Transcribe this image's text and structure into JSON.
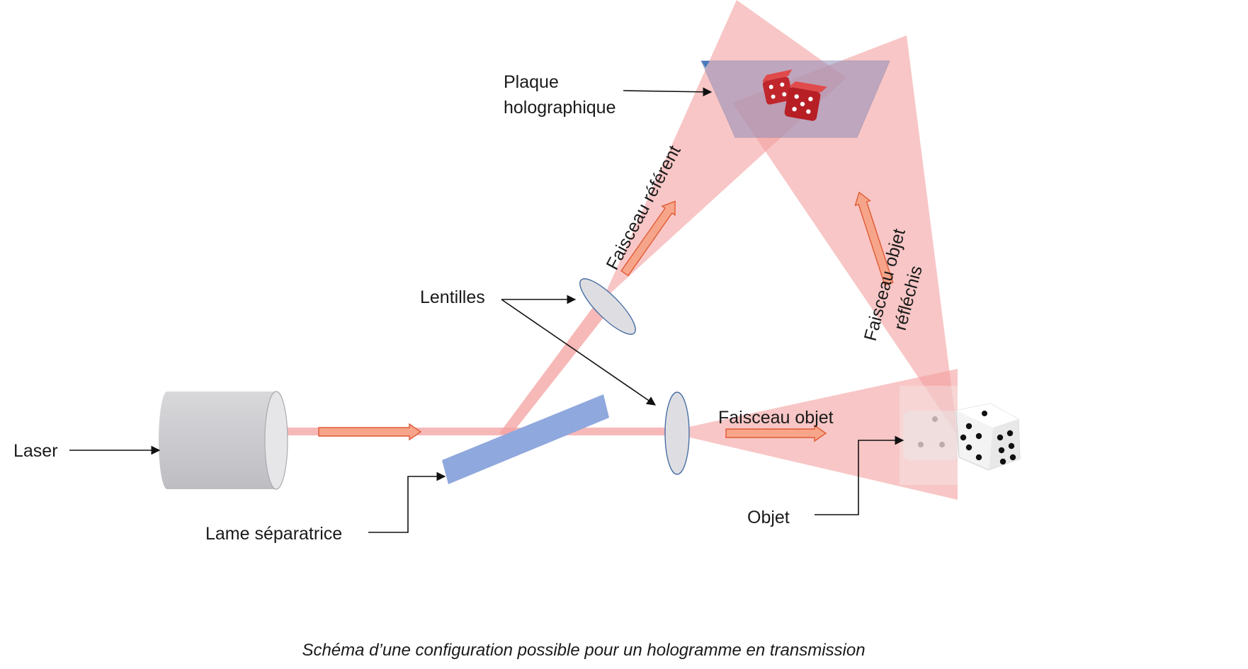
{
  "labels": {
    "laser": "Laser",
    "beam_splitter": "Lame séparatrice",
    "lenses": "Lentilles",
    "holographic_plate_line1": "Plaque",
    "holographic_plate_line2": "holographique",
    "reference_beam": "Faisceau référent",
    "object_beam": "Faisceau objet",
    "reflected_object_beam_line1": "Faisceau objet",
    "reflected_object_beam_line2": "réfléchis",
    "object": "Objet"
  },
  "caption": "Schéma d’une configuration possible pour un hologramme en transmission",
  "colors": {
    "beam": "#f4a0a0",
    "arrow_fill": "#f7a58a",
    "arrow_stroke": "#e05a33",
    "beam_splitter": "#8fa8dd",
    "plate": "#8f8fb8",
    "laser_body": "#cfcfd2",
    "lens": "#dedee2",
    "lens_stroke": "#4a6fa5"
  },
  "icons": {
    "red_dice": "red-dice-icon",
    "white_dice": "white-dice-icon"
  }
}
